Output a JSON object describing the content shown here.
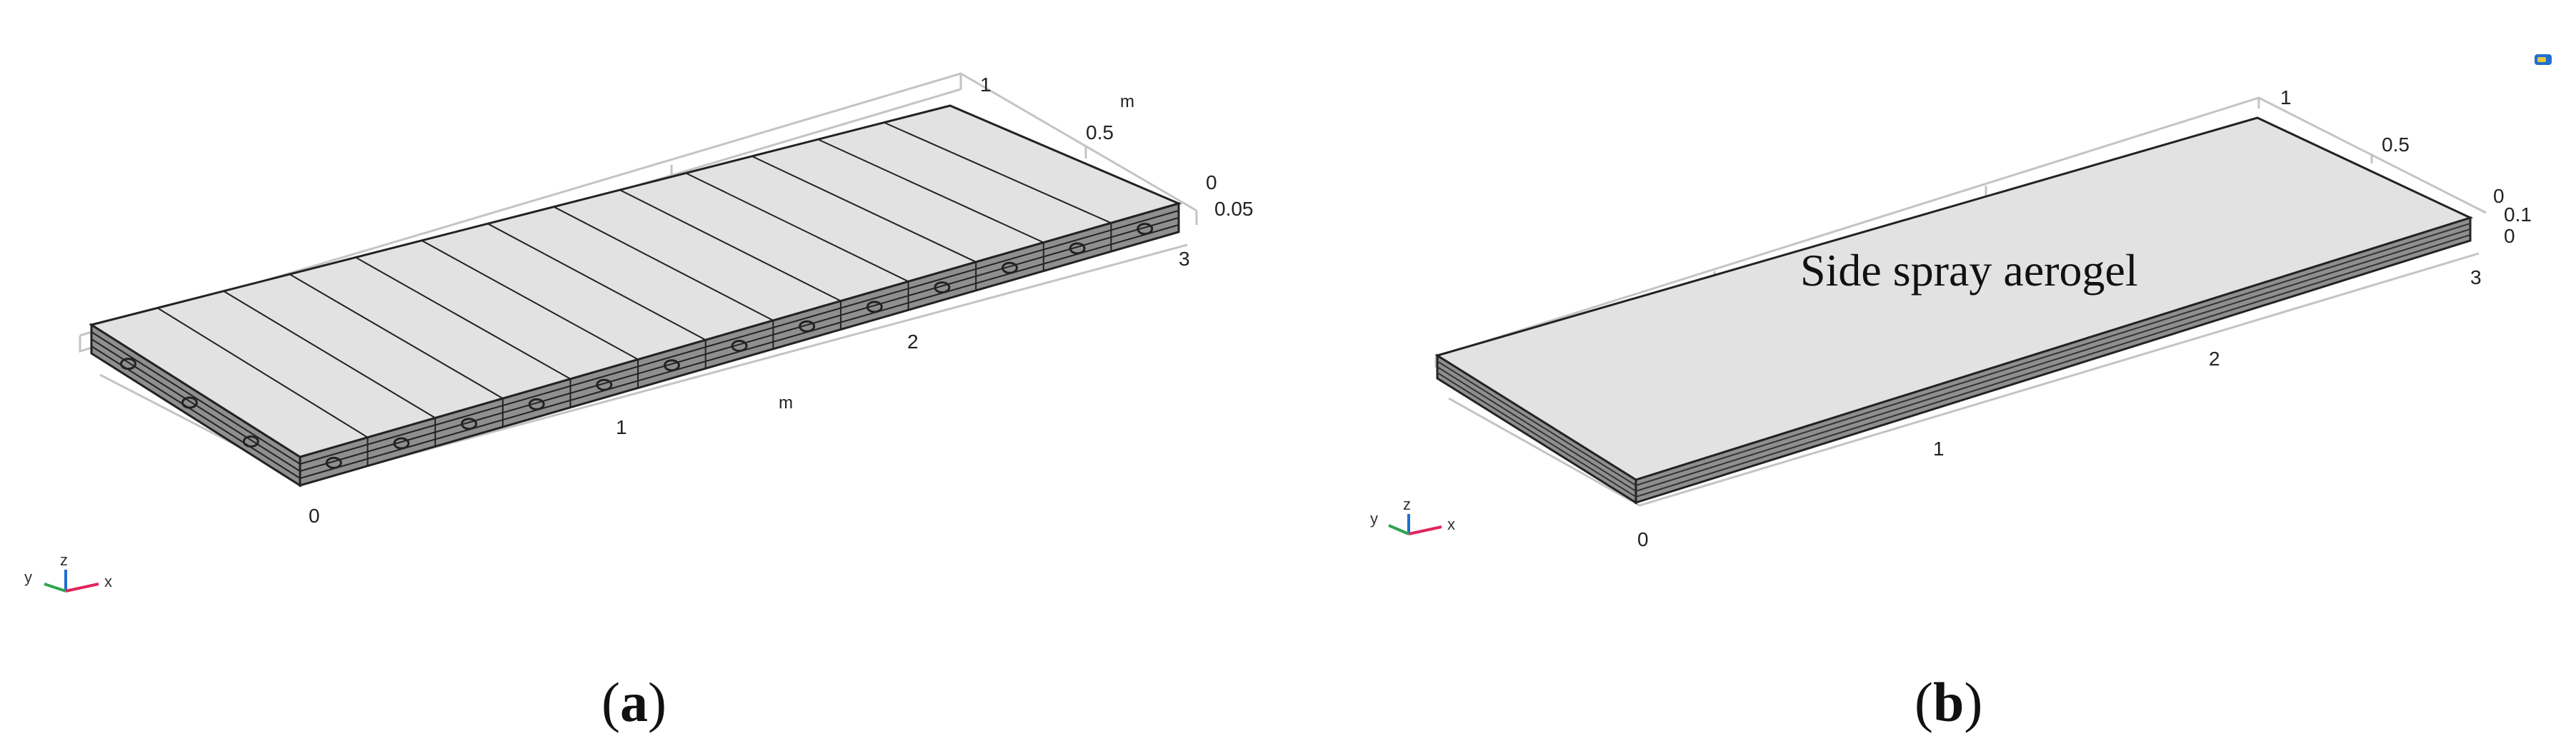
{
  "panel_a": {
    "caption_open": "(",
    "caption_letter": "a",
    "caption_close": ")",
    "segment_count": 13,
    "ticks": {
      "x": [
        "0",
        "1",
        "2",
        "3"
      ],
      "y": [
        "0",
        "0.5",
        "1"
      ],
      "z": [
        "0.05"
      ]
    },
    "unit_x": "m",
    "unit_y": "m",
    "triad": {
      "x": "x",
      "y": "y",
      "z": "z"
    }
  },
  "panel_b": {
    "caption_open": "(",
    "caption_letter": "b",
    "caption_close": ")",
    "annotation": "Side spray aerogel",
    "ticks": {
      "x": [
        "0",
        "1",
        "2",
        "3"
      ],
      "y": [
        "0",
        "0.5",
        "1"
      ],
      "z": [
        "0",
        "0.1"
      ]
    },
    "triad": {
      "x": "x",
      "y": "y",
      "z": "z"
    }
  },
  "colors": {
    "top_face": "#e2e2e2",
    "side_face": "#8f8f8f",
    "edge": "#222222",
    "box": "#c4c4c4",
    "axis_x": "#e0245e",
    "axis_y": "#2ea44f",
    "axis_z": "#1f6fd1"
  }
}
